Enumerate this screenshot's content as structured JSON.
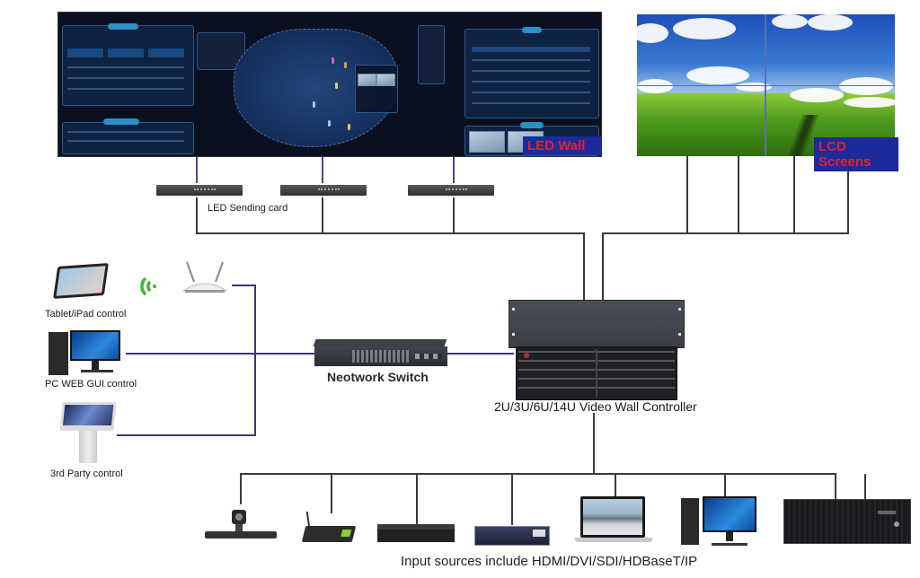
{
  "diagram": {
    "title": "Video Wall Controller System Topology",
    "displays": {
      "led_wall": {
        "label": "LED Wall",
        "tag_bg": "#1c2a9c",
        "tag_fg": "#e8202a"
      },
      "lcd_screens": {
        "label": "LCD Screens",
        "tag_bg": "#1c2a9c",
        "tag_fg": "#e8202a"
      }
    },
    "sending_cards": {
      "label": "LED Sending card",
      "count": 3
    },
    "controllers": {
      "tablet": {
        "label": "Tablet/iPad control"
      },
      "pc": {
        "label": "PC WEB GUI control"
      },
      "third_party": {
        "label": "3rd Party control"
      },
      "router": {
        "label": ""
      }
    },
    "network_switch": {
      "label": "Neotwork Switch"
    },
    "video_wall_controller": {
      "label": "2U/3U/6U/14U Video Wall Controller"
    },
    "input_sources": {
      "label": "Input sources include HDMI/DVI/SDI/HDBaseT/IP",
      "devices": [
        {
          "name": "conference-camera"
        },
        {
          "name": "media-player-box"
        },
        {
          "name": "set-top-box"
        },
        {
          "name": "matrix-switcher"
        },
        {
          "name": "laptop"
        },
        {
          "name": "desktop-pc"
        },
        {
          "name": "rack-server"
        }
      ]
    },
    "colors": {
      "wire": "#3a3a3a",
      "control_wire": "#3a3a6e",
      "wifi": "#3cb82a"
    }
  }
}
